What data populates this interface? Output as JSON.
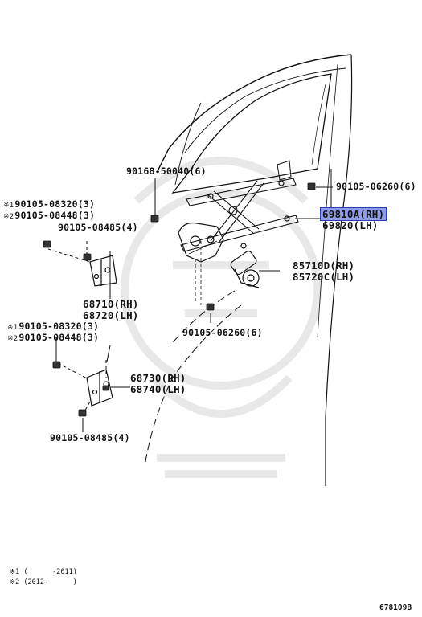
{
  "labels": {
    "p90168_50040": "90168-50040(6)",
    "p90105_06260_top": "90105-06260(6)",
    "p69810A": "69810A(RH)",
    "p69820": "69820(LH)",
    "p85710D": "85710D(RH)",
    "p85720C": "85720C(LH)",
    "p90105_06260_bottom": "90105-06260(6)",
    "mark1": "※1",
    "mark2": "※2",
    "p90105_08320_a": "90105-08320(3)",
    "p90105_08448_a": "90105-08448(3)",
    "p90105_08485_a": "90105-08485(4)",
    "p68710": "68710(RH)",
    "p68720": "68720(LH)",
    "p90105_08320_b": "90105-08320(3)",
    "p90105_08448_b": "90105-08448(3)",
    "p68730": "68730(RH)",
    "p68740": "68740(LH)",
    "p90105_08485_b": "90105-08485(4)"
  },
  "notes": {
    "note1": "※1 (      -2011)",
    "note2": "※2 (2012-      )"
  },
  "diagram_code": "678109B",
  "colors": {
    "highlight": "#8f9ce8",
    "highlight_border": "#2a3bb0",
    "line": "#111111",
    "watermark": "#e6e6e6"
  }
}
